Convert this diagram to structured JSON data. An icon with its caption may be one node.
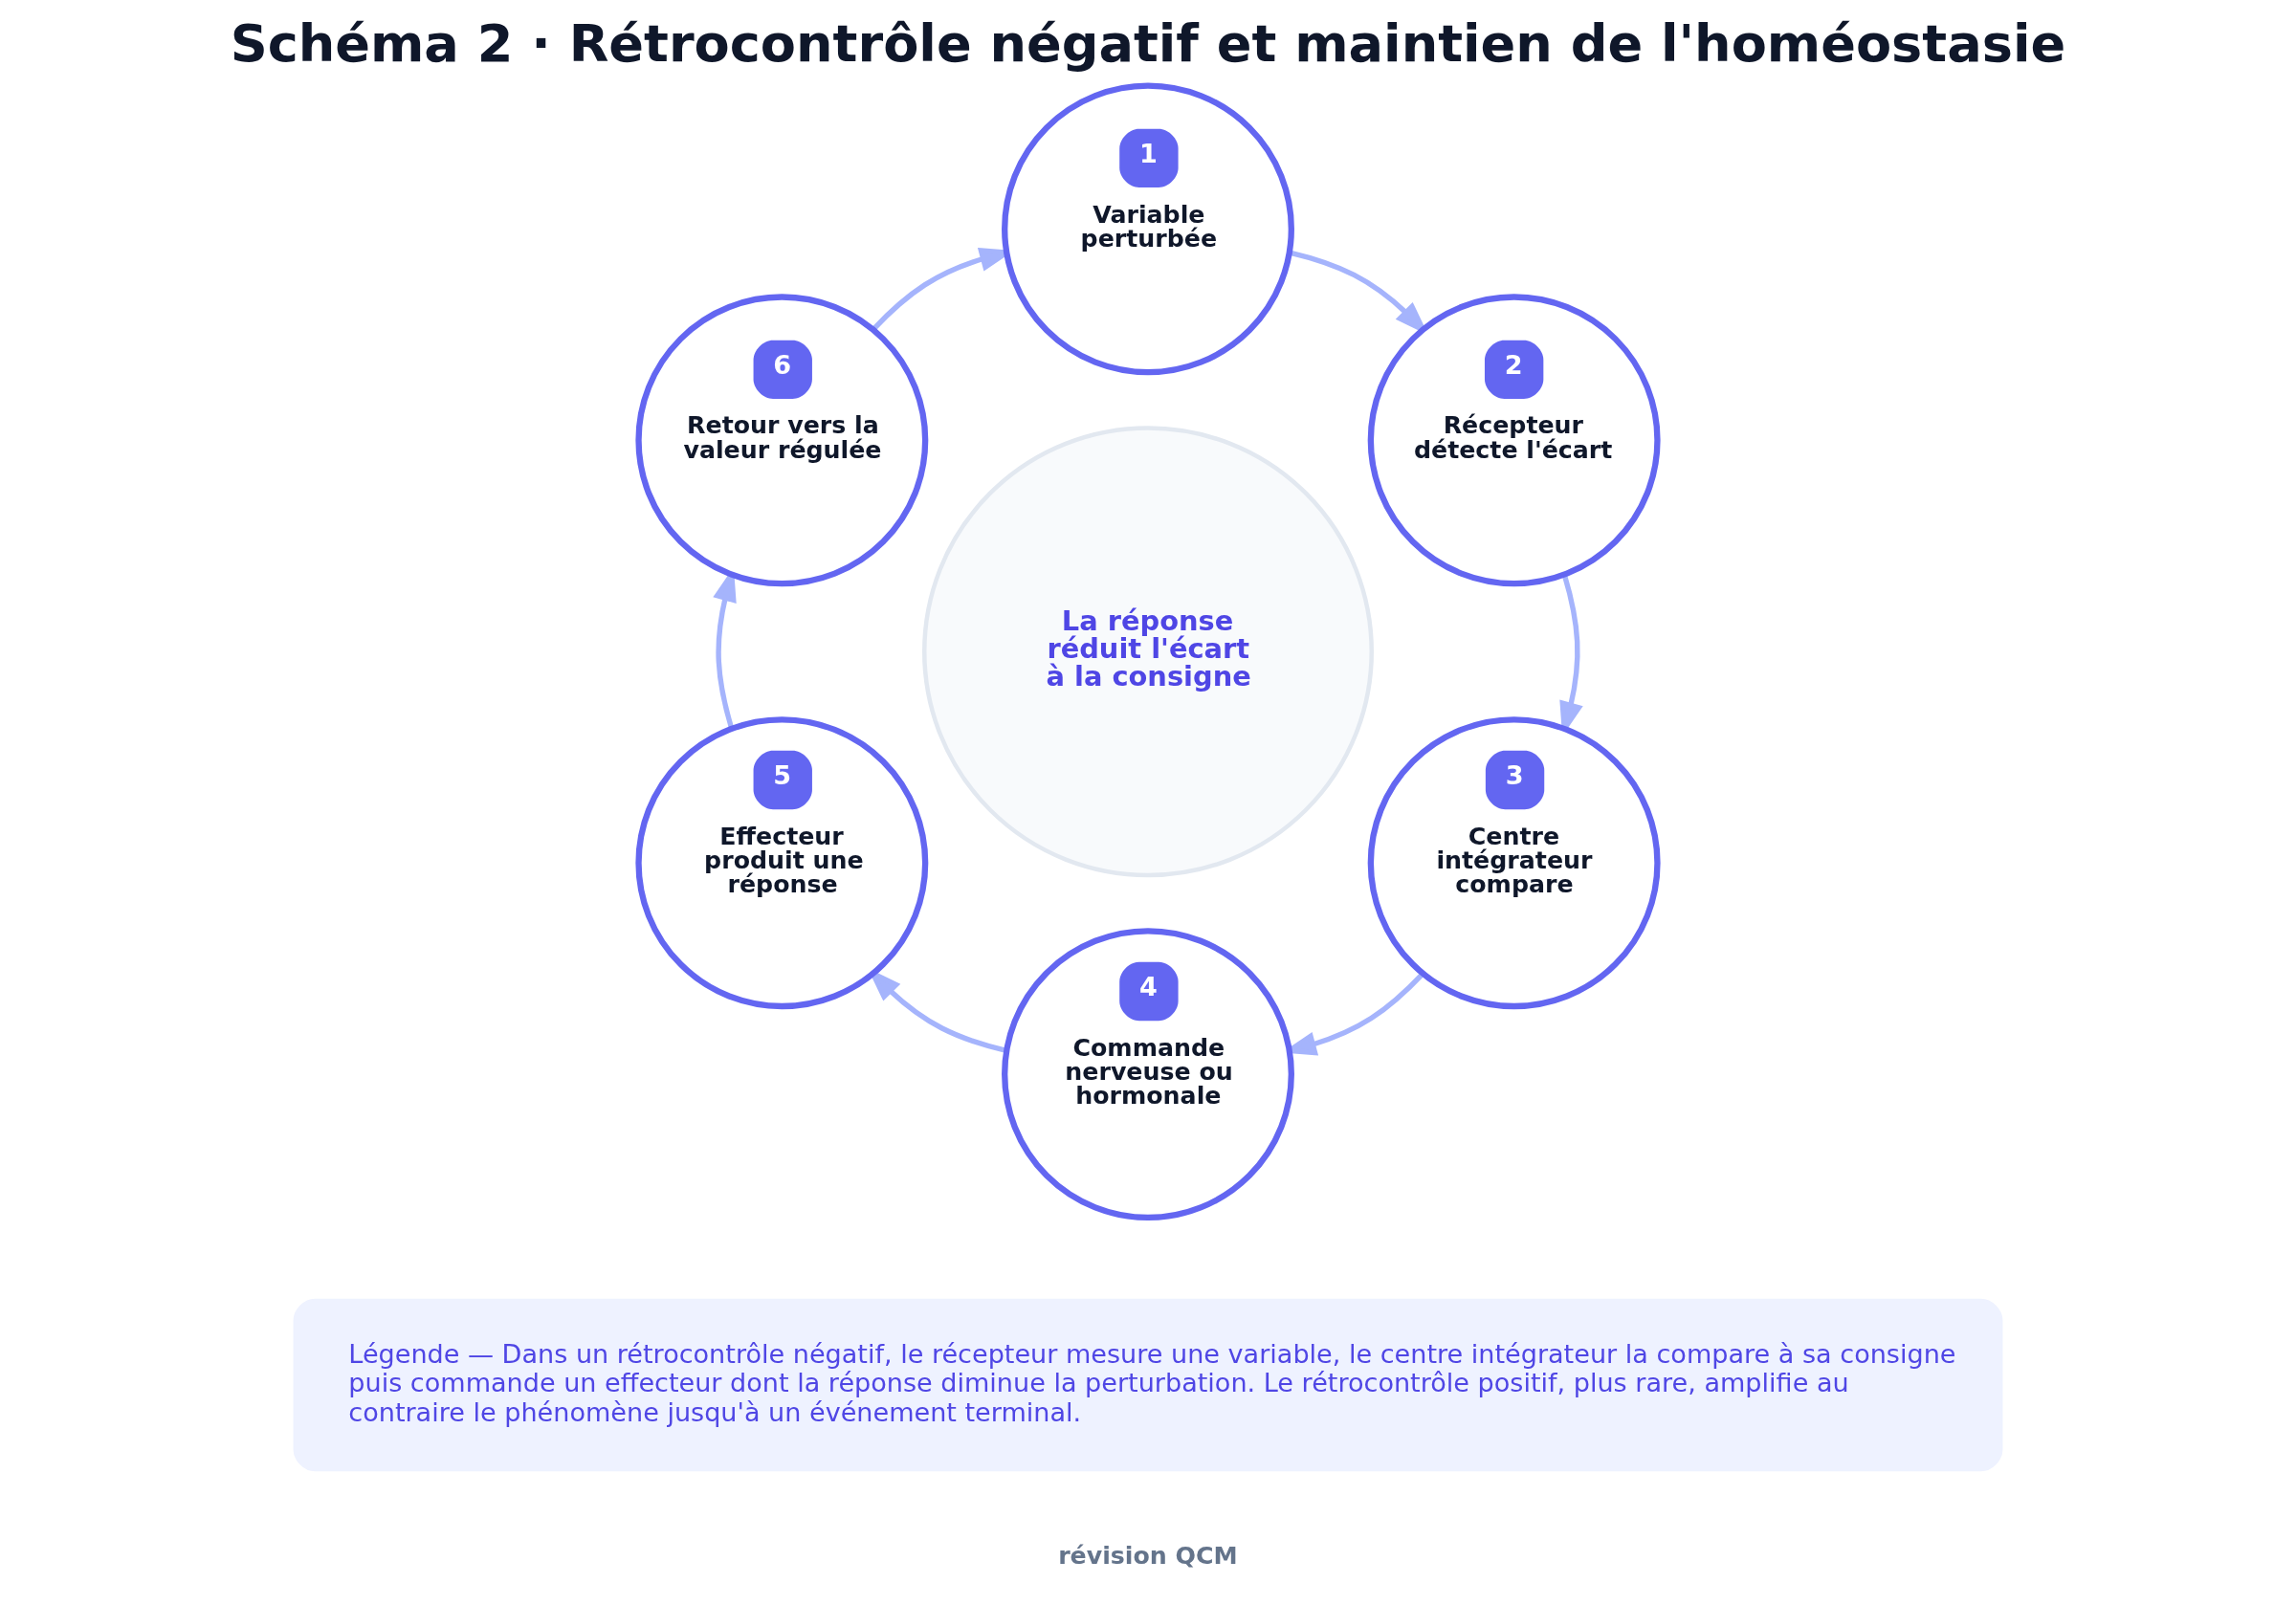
{
  "diagram": {
    "title": "Schéma 2 · Rétrocontrôle négatif et maintien de l'homéostasie",
    "nodes": [
      {
        "text": [
          "1",
          "Variable perturbée"
        ]
      },
      {
        "text": [
          "2",
          "Récepteur détecte l'écart"
        ]
      },
      {
        "text": [
          "3",
          "Centre intégrateur compare"
        ]
      },
      {
        "text": [
          "4",
          "Commande nerveuse ou hormonale"
        ]
      },
      {
        "text": [
          "5",
          "Effecteur produit une réponse"
        ]
      },
      {
        "text": [
          "6",
          "Retour vers la valeur régulée"
        ]
      },
      {
        "text": [
          "La réponse réduit l'écart à la consigne"
        ]
      },
      {
        "text": [
          "Légende — Dans un rétrocontrôle négatif, le récepteur mesure une variable, le centre intégrateur la compare à sa consigne puis commande un effecteur dont la réponse diminue la perturbation. Le rétrocontrôle positif, plus rare, amplifie au contraire le phénomène jusqu'à un événement terminal."
        ]
      }
    ],
    "edges": [
      {
        "from": 0,
        "to": 1,
        "arrow": "to"
      },
      {
        "from": 1,
        "to": 2,
        "arrow": "to"
      },
      {
        "from": 2,
        "to": 3,
        "arrow": "to"
      },
      {
        "from": 3,
        "to": 4,
        "arrow": "to"
      },
      {
        "from": 4,
        "to": 5,
        "arrow": "to"
      },
      {
        "from": 5,
        "to": 0,
        "arrow": "to"
      }
    ],
    "labels": [
      "révision QCM"
    ]
  }
}
